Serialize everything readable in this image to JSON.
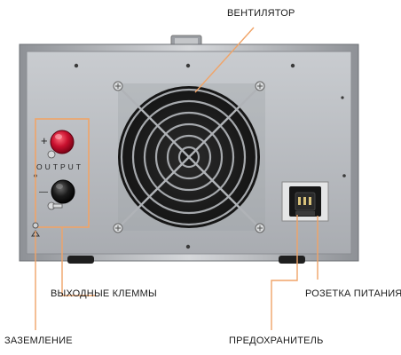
{
  "labels": {
    "fan": "ВЕНТИЛЯТОР",
    "output_terminals": "ВЫХОДНЫЕ КЛЕММЫ",
    "power_socket": "РОЗЕТКА ПИТАНИЯ",
    "ground": "ЗАЗЕМЛЕНИЕ",
    "fuse": "ПРЕДОХРАНИТЕЛЬ"
  },
  "panel": {
    "output_text": "OUTPUT",
    "plus_sign": "+",
    "minus_sign": "—"
  },
  "colors": {
    "callout": "#f0a468",
    "positive_terminal": "#c8102e",
    "negative_terminal": "#1b1b1b",
    "panel": "#b9bcc0"
  }
}
